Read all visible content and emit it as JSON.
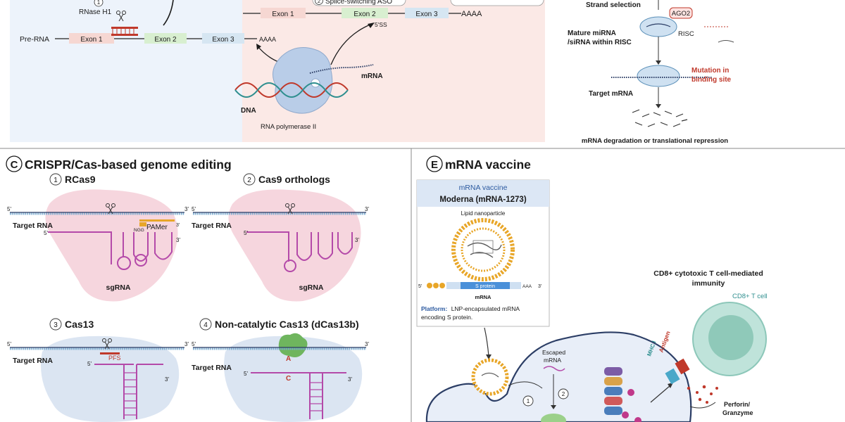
{
  "colors": {
    "exon1": "#f6d7d2",
    "exon2": "#d8efd0",
    "exon3": "#d6e6f2",
    "strand_dark": "#2c3e66",
    "strand_light": "#76a9cf",
    "pink": "#b44aa9",
    "pink_blob": "#f6d6de",
    "blue_blob": "#dbe5f2",
    "accent_red": "#c0392b",
    "teal": "#2f8f8f",
    "green_blob": "#6fb55e",
    "gold": "#e8a628",
    "panel_border": "#888888"
  },
  "top": {
    "left_step_num": "1",
    "rnase_label": "RNase H1",
    "pre_rna_label": "Pre-RNA",
    "exon1": "Exon 1",
    "exon2": "Exon 2",
    "exon3": "Exon 3",
    "polya": "AAAA",
    "ssaso_step_num": "2",
    "ssaso_label": "Splice-switching ASO",
    "ss_label": "5'SS",
    "mrna_label": "mRNA",
    "dna_label": "DNA",
    "rnapol_label": "RNA polymerase II",
    "strand_selection": "Strand selection",
    "ago2": "AGO2",
    "risc": "RISC",
    "mature_mirna_line1": "Mature miRNA",
    "mature_mirna_line2": "/siRNA within RISC",
    "mutation_line1": "Mutation in",
    "mutation_line2": "binding site",
    "target_mrna": "Target mRNA",
    "degradation": "mRNA degradation or translational repression"
  },
  "panel_c": {
    "letter": "C",
    "title": "CRISPR/Cas-based genome editing",
    "quads": [
      {
        "num": "1",
        "title": "RCas9",
        "target": "Target RNA",
        "guide": "sgRNA",
        "pam_small": "NGG",
        "pam": "PAMer",
        "end5_top": "5'",
        "end3_top": "3'",
        "end5_bot": "5'",
        "end3_bot": "3'"
      },
      {
        "num": "2",
        "title": "Cas9 orthologs",
        "target": "Target RNA",
        "guide": "sgRNA",
        "end5_top": "5'",
        "end3_top": "3'",
        "end5_bot": "5'",
        "end3_bot": "3'"
      },
      {
        "num": "3",
        "title": "Cas13",
        "target": "Target RNA",
        "pfs": "PFS",
        "end5_top": "5'",
        "end3_top": "3'",
        "end5_bot": "5'",
        "end3_bot": "3'"
      },
      {
        "num": "4",
        "title": "Non-catalytic Cas13 (dCas13b)",
        "target": "Target RNA",
        "base_a": "A",
        "base_c": "C",
        "end5_top": "5'",
        "end3_top": "3'",
        "end5_bot": "5'",
        "end3_bot": "3'"
      }
    ]
  },
  "panel_e": {
    "letter": "E",
    "title": "mRNA vaccine",
    "box_header": "mRNA vaccine",
    "box_product": "Moderna (mRNA-1273)",
    "lnp_label": "Lipid nanoparticle",
    "construct_5": "5'",
    "construct_sprotein": "S protein",
    "construct_polya": "AAA",
    "construct_3": "3'",
    "construct_mrna": "mRNA",
    "platform_bold": "Platform:",
    "platform_line1": "LNP-encapsulated mRNA",
    "platform_line2": "encoding S protein.",
    "escaped_line1": "Escaped",
    "escaped_line2": "mRNA",
    "step1": "1",
    "step2": "2",
    "cd8_line1": "CD8+ cytotoxic T cell-mediated",
    "cd8_line2": "immunity",
    "tcell": "CD8+ T cell",
    "antigen": "Antigen",
    "mhc": "MHC I",
    "perforin_line1": "Perforin/",
    "perforin_line2": "Granzyme"
  }
}
